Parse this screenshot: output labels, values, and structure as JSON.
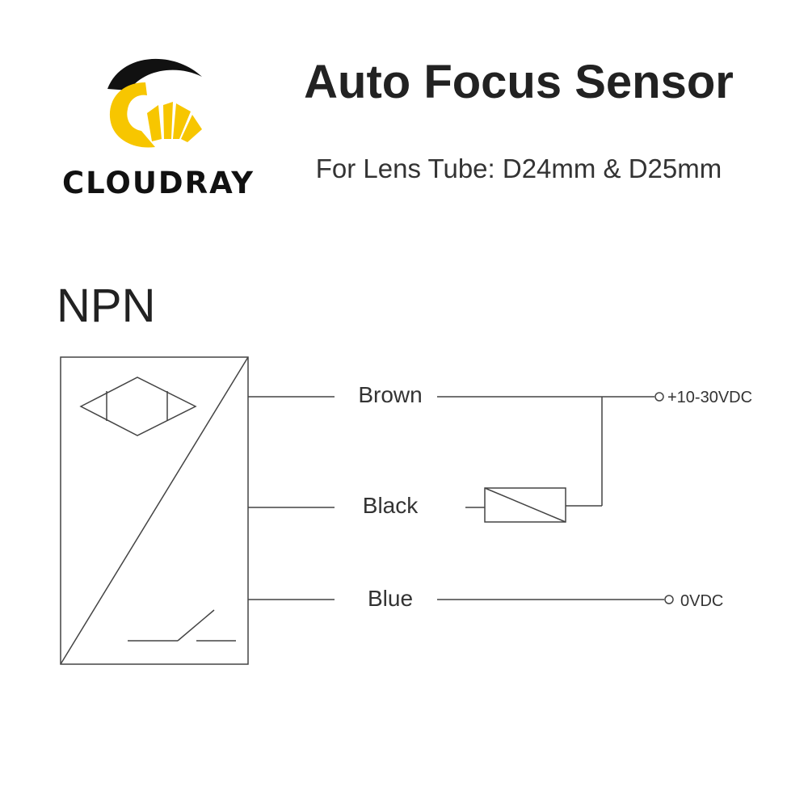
{
  "brand": {
    "name": "CLOUDRAY",
    "logo_icon": "cloudray-logo-icon",
    "colors": {
      "black": "#111111",
      "yellow": "#f7c600"
    }
  },
  "header": {
    "title": "Auto Focus Sensor",
    "subtitle": "For Lens Tube: D24mm & D25mm"
  },
  "diagram": {
    "type_label": "NPN",
    "wires": [
      {
        "label": "Brown",
        "terminal": "+10-30VDC"
      },
      {
        "label": "Black",
        "terminal": ""
      },
      {
        "label": "Blue",
        "terminal": "0VDC"
      }
    ],
    "line_color": "#444444"
  }
}
